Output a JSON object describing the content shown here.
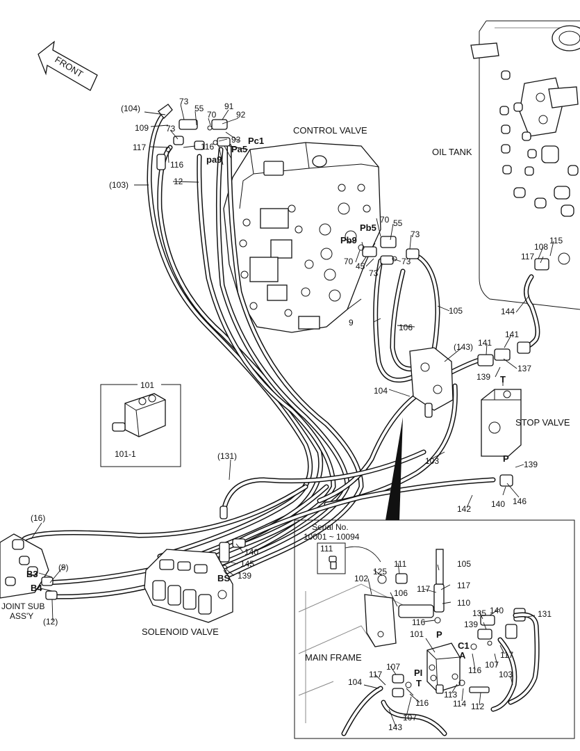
{
  "front_label": "FRONT",
  "components": {
    "control_valve": "CONTROL VALVE",
    "oil_tank": "OIL TANK",
    "stop_valve": "STOP VALVE",
    "solenoid_valve": "SOLENOID VALVE",
    "joint_sub_line1": "JOINT SUB",
    "joint_sub_line2": "ASS'Y",
    "main_frame": "MAIN FRAME"
  },
  "inset_101": {
    "title": "101",
    "sub": "101-1"
  },
  "detail": {
    "serial_line1": "Serial No.",
    "serial_line2": "10001 ~ 10094",
    "serial_part": "111"
  },
  "port_labels": [
    "Pc1",
    "Pa5",
    "pa9",
    "Pb5",
    "Pb9",
    "B3",
    "B4",
    "BS",
    "P",
    "T",
    "P",
    "C1",
    "A",
    "PI",
    "T"
  ],
  "callouts_main": [
    "(104)",
    "109",
    "117",
    "73",
    "55",
    "70",
    "91",
    "92",
    "93",
    "73",
    "116",
    "116",
    "(103)",
    "12",
    "70",
    "55",
    "73",
    "70",
    "45",
    "73",
    "73",
    "108",
    "115",
    "117",
    "105",
    "9",
    "106",
    "144",
    "(143)",
    "141",
    "141",
    "137",
    "139",
    "104",
    "103",
    "139",
    "142",
    "140",
    "146",
    "(131)",
    "140",
    "145",
    "139",
    "(16)",
    "(9)",
    "(12)"
  ],
  "callouts_detail": [
    "125",
    "111",
    "106",
    "102",
    "105",
    "117",
    "117",
    "110",
    "116",
    "101",
    "139",
    "140",
    "135",
    "131",
    "117",
    "107",
    "116",
    "103",
    "104",
    "117",
    "107",
    "113",
    "114",
    "112",
    "107",
    "116",
    "143"
  ]
}
